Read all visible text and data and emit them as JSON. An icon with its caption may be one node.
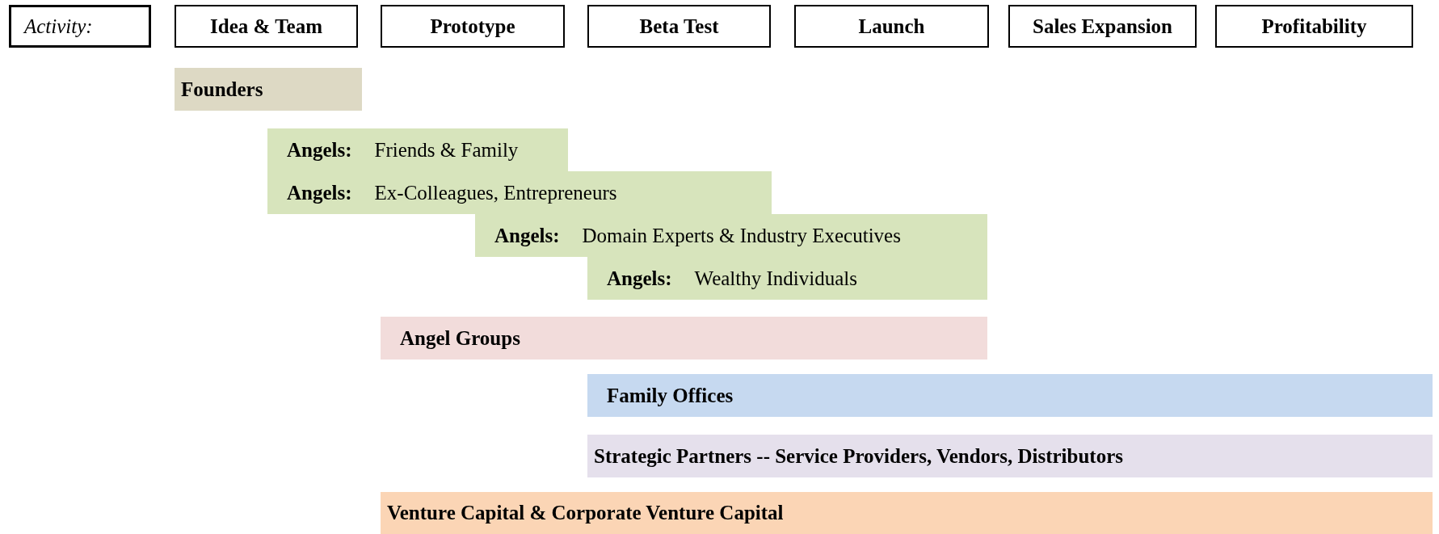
{
  "diagram": {
    "nodes": [
      {
        "text": [
          "Activity:"
        ]
      },
      {
        "text": [
          "Idea & Team"
        ]
      },
      {
        "text": [
          "Prototype"
        ]
      },
      {
        "text": [
          "Beta Test"
        ]
      },
      {
        "text": [
          "Launch"
        ]
      },
      {
        "text": [
          "Sales Expansion"
        ]
      },
      {
        "text": [
          "Profitability"
        ]
      },
      {
        "text": [
          "Founders"
        ]
      },
      {
        "text": [
          "Angels:",
          "Friends & Family"
        ]
      },
      {
        "text": [
          "Angels:",
          "Ex-Colleagues, Entrepreneurs"
        ]
      },
      {
        "text": [
          "Angels:",
          "Domain Experts & Industry Executives"
        ]
      },
      {
        "text": [
          "Angels:",
          "Wealthy Individuals"
        ]
      },
      {
        "text": [
          "Angel Groups"
        ]
      },
      {
        "text": [
          "Family Offices"
        ]
      },
      {
        "text": [
          "Strategic Partners -- Service Providers, Vendors, Distributors"
        ]
      },
      {
        "text": [
          "Venture Capital & Corporate Venture Capital"
        ]
      }
    ],
    "edges": []
  }
}
